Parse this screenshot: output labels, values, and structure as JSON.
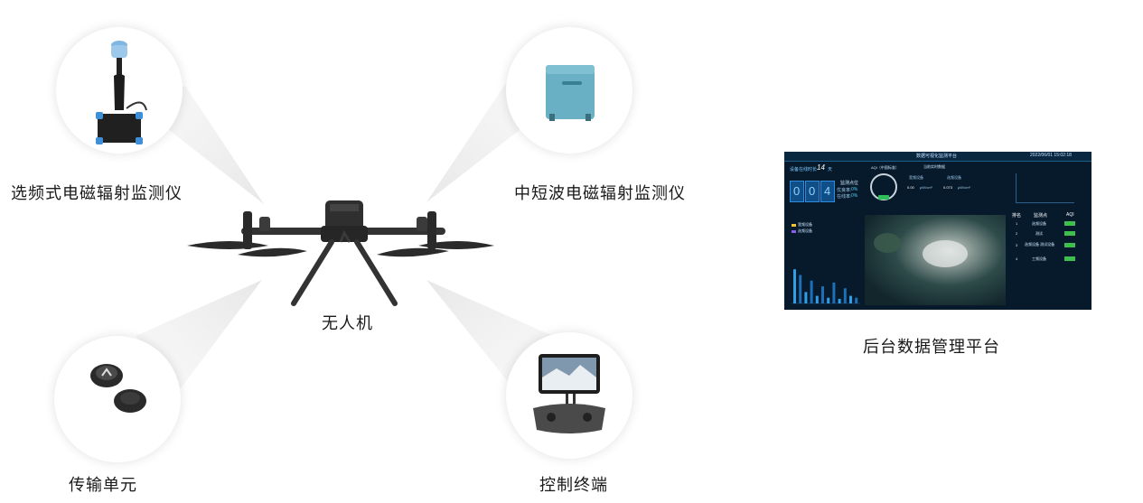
{
  "diagram": {
    "center": {
      "label": "无人机"
    },
    "nodes": [
      {
        "id": "freq-selective-monitor",
        "label": "选频式电磁辐射监测仪"
      },
      {
        "id": "hf-monitor",
        "label": "中短波电磁辐射监测仪"
      },
      {
        "id": "transmission-unit",
        "label": "传输单元"
      },
      {
        "id": "control-terminal",
        "label": "控制终端"
      },
      {
        "id": "backend-platform",
        "label": "后台数据管理平台"
      }
    ]
  },
  "platform": {
    "title": "数据可视化监测平台",
    "datetime": "2022/06/01  15:02:18",
    "online_days_label": "设备在线时长",
    "online_days_value": "14",
    "online_days_unit": "天",
    "digits": [
      "0",
      "0",
      "4"
    ],
    "monitor_point_label": "监测点位",
    "excellent_rate_label": "优良率:",
    "excellent_rate_value": "0%",
    "online_rate_label": "在线率:",
    "online_rate_value": "0%",
    "aqi_label": "AQI（中国标准）",
    "realtime_label": "当前实时数据",
    "broadband_label": "宽频设备",
    "selective_label": "选频设备",
    "broadband_value": "0.00",
    "selective_value": "0.073",
    "unit": "μW/cm²",
    "legend": [
      "宽频设备",
      "选频设备"
    ],
    "rank_headers": [
      "排名",
      "监测点",
      "AQI"
    ],
    "rank_rows": [
      {
        "rank": "1",
        "name": "选频设备"
      },
      {
        "rank": "2",
        "name": "测试"
      },
      {
        "rank": "3",
        "name": "选频设备 测试设备"
      },
      {
        "rank": "4",
        "name": "工频设备"
      }
    ],
    "bar_values": [
      0.9,
      0.75,
      0.3,
      0.6,
      0.2,
      0.45,
      0.15,
      0.55,
      0.12,
      0.4,
      0.2,
      0.15
    ],
    "gauge_fraction": 0.0
  }
}
